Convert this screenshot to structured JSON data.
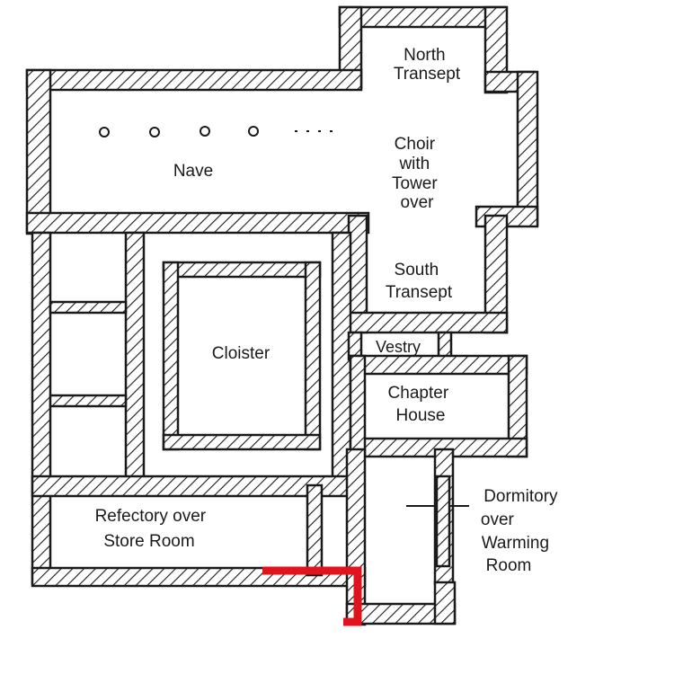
{
  "rooms": {
    "north_transept": [
      "North",
      "Transept"
    ],
    "nave": [
      "Nave"
    ],
    "choir": [
      "Choir",
      "with",
      "Tower",
      "over"
    ],
    "south_transept": [
      "South",
      "Transept"
    ],
    "cloister": [
      "Cloister"
    ],
    "vestry": [
      "Vestry"
    ],
    "chapter_house": [
      "Chapter",
      "House"
    ],
    "refectory": [
      "Refectory over",
      "Store Room"
    ],
    "dormitory": [
      "Dormitory",
      "over",
      "Warming",
      "Room"
    ]
  },
  "colors": {
    "wall_line": "#1a1a1a",
    "background": "#ffffff",
    "marker": "#e0141c"
  }
}
